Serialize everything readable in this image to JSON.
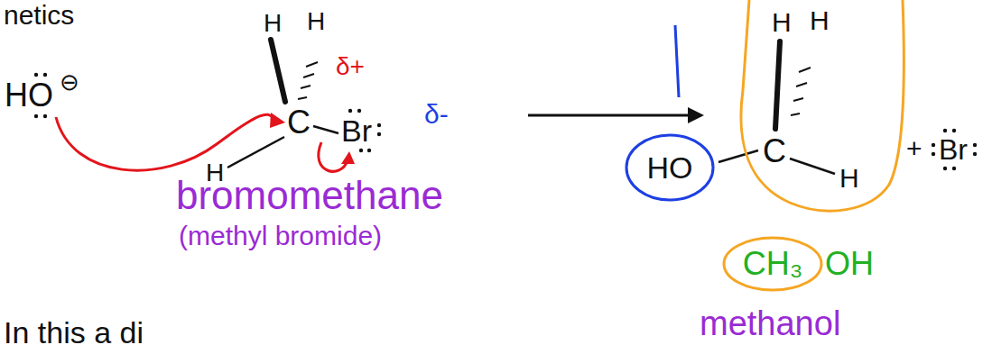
{
  "diagram": {
    "nodes": [
      {
        "text": [
          "HO"
        ]
      },
      {
        "text": [
          "H",
          "H",
          "C",
          "H"
        ]
      },
      {
        "text": [
          "CH₃"
        ]
      }
    ],
    "labels": [
      "netics",
      "H",
      "H",
      "δ+",
      "HO",
      "⊖",
      "C",
      "Br",
      "δ-",
      "H",
      "bromomethane",
      "(methyl bromide)",
      "+",
      "Br",
      "OH",
      "methanol",
      "In this a di"
    ]
  }
}
